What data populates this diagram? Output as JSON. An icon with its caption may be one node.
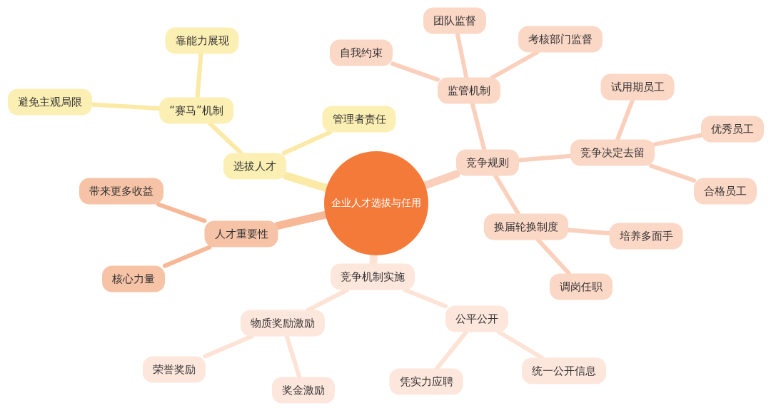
{
  "diagram": {
    "nodes": [
      {
        "text": [
          "企业人才选拔与任用"
        ]
      },
      {
        "text": [
          "选拔人才"
        ]
      },
      {
        "text": [
          "“赛马”机制"
        ]
      },
      {
        "text": [
          "靠能力展现"
        ]
      },
      {
        "text": [
          "避免主观局限"
        ]
      },
      {
        "text": [
          "管理者责任"
        ]
      },
      {
        "text": [
          "人才重要性"
        ]
      },
      {
        "text": [
          "带来更多收益"
        ]
      },
      {
        "text": [
          "核心力量"
        ]
      },
      {
        "text": [
          "竞争规则"
        ]
      },
      {
        "text": [
          "监管机制"
        ]
      },
      {
        "text": [
          "团队监督"
        ]
      },
      {
        "text": [
          "自我约束"
        ]
      },
      {
        "text": [
          "考核部门监督"
        ]
      },
      {
        "text": [
          "竞争决定去留"
        ]
      },
      {
        "text": [
          "试用期员工"
        ]
      },
      {
        "text": [
          "优秀员工"
        ]
      },
      {
        "text": [
          "合格员工"
        ]
      },
      {
        "text": [
          "换届轮换制度"
        ]
      },
      {
        "text": [
          "培养多面手"
        ]
      },
      {
        "text": [
          "调岗任职"
        ]
      },
      {
        "text": [
          "竞争机制实施"
        ]
      },
      {
        "text": [
          "物质奖励激励"
        ]
      },
      {
        "text": [
          "荣誉奖励"
        ]
      },
      {
        "text": [
          "奖金激励"
        ]
      },
      {
        "text": [
          "公平公开"
        ]
      },
      {
        "text": [
          "凭实力应聘"
        ]
      },
      {
        "text": [
          "统一公开信息"
        ]
      }
    ],
    "edges": [
      {
        "from": 0,
        "to": 1,
        "arrow": "none",
        "style": "thick",
        "color": "#fbe9a6"
      },
      {
        "from": 1,
        "to": 2,
        "arrow": "none",
        "color": "#fbe9a6"
      },
      {
        "from": 2,
        "to": 3,
        "arrow": "none",
        "color": "#fbe9a6"
      },
      {
        "from": 2,
        "to": 4,
        "arrow": "none",
        "color": "#fbe9a6"
      },
      {
        "from": 1,
        "to": 5,
        "arrow": "none",
        "color": "#fbe9a6"
      },
      {
        "from": 0,
        "to": 6,
        "arrow": "none",
        "style": "thick",
        "color": "#f6b896"
      },
      {
        "from": 6,
        "to": 7,
        "arrow": "none",
        "color": "#f6b896"
      },
      {
        "from": 6,
        "to": 8,
        "arrow": "none",
        "color": "#f6b896"
      },
      {
        "from": 0,
        "to": 9,
        "arrow": "none",
        "style": "thick",
        "color": "#fad0bc"
      },
      {
        "from": 9,
        "to": 10,
        "arrow": "none",
        "color": "#fad0bc"
      },
      {
        "from": 10,
        "to": 11,
        "arrow": "none",
        "color": "#fad0bc"
      },
      {
        "from": 10,
        "to": 12,
        "arrow": "none",
        "color": "#fad0bc"
      },
      {
        "from": 10,
        "to": 13,
        "arrow": "none",
        "color": "#fad0bc"
      },
      {
        "from": 9,
        "to": 14,
        "arrow": "none",
        "color": "#fad0bc"
      },
      {
        "from": 14,
        "to": 15,
        "arrow": "none",
        "color": "#fad0bc"
      },
      {
        "from": 14,
        "to": 16,
        "arrow": "none",
        "color": "#fad0bc"
      },
      {
        "from": 14,
        "to": 17,
        "arrow": "none",
        "color": "#fad0bc"
      },
      {
        "from": 9,
        "to": 18,
        "arrow": "none",
        "color": "#fad0bc"
      },
      {
        "from": 18,
        "to": 19,
        "arrow": "none",
        "color": "#fad0bc"
      },
      {
        "from": 18,
        "to": 20,
        "arrow": "none",
        "color": "#fad0bc"
      },
      {
        "from": 0,
        "to": 21,
        "arrow": "none",
        "style": "thick",
        "color": "#fde3d6"
      },
      {
        "from": 21,
        "to": 22,
        "arrow": "none",
        "color": "#fde3d6"
      },
      {
        "from": 22,
        "to": 23,
        "arrow": "none",
        "color": "#fde3d6"
      },
      {
        "from": 22,
        "to": 24,
        "arrow": "none",
        "color": "#fde3d6"
      },
      {
        "from": 21,
        "to": 25,
        "arrow": "none",
        "color": "#fde3d6"
      },
      {
        "from": 25,
        "to": 26,
        "arrow": "none",
        "color": "#fde3d6"
      },
      {
        "from": 25,
        "to": 27,
        "arrow": "none",
        "color": "#fde3d6"
      }
    ]
  }
}
